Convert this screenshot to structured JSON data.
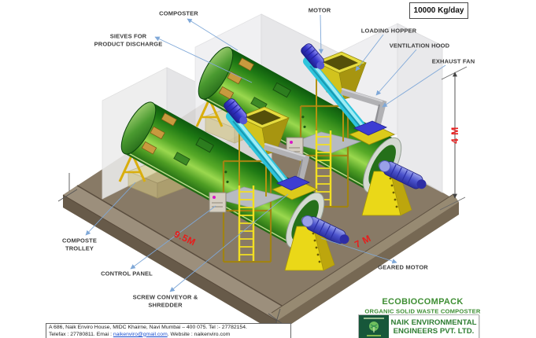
{
  "figure": {
    "capacity": "10000 Kg/day",
    "labels": {
      "composter": "COMPOSTER",
      "sieves": "SIEVES FOR\nPRODUCT DISCHARGE",
      "motor": "MOTOR",
      "loading_hopper": "LOADING HOPPER",
      "ventilation_hood": "VENTILATION HOOD",
      "exhaust_fan": "EXHAUST FAN",
      "composte_trolley": "COMPOSTE\nTROLLEY",
      "control_panel": "CONTROL PANEL",
      "screw_conveyor": "SCREW CONVEYOR &\nSHREDDER",
      "geared_motor": "GEARED MOTOR"
    },
    "dimensions": {
      "length": "9.5M",
      "width": "7 M",
      "height": "4 M"
    }
  },
  "branding": {
    "product": "ECOBIOCOMPACK",
    "subtitle": "ORGANIC SOLID WASTE COMPOSTER",
    "company": [
      "NAIK ENVIRONMENTAL",
      "ENGINEERS PVT. LTD."
    ]
  },
  "footer": {
    "address_line1": "A 686, Naik Enviro House, MIDC Khairne, Navi Mumbai – 400 075. Tel :- 27782154.",
    "telefax_prefix": "Telefax :  27780811. Emai : ",
    "email": "naikenviro@gmail.com",
    "website_suffix": ". Website : naikenviro.com"
  },
  "colors": {
    "drum_green": "#58aa28",
    "platform_brown": "#887a66",
    "dimension_red": "#e81c1c",
    "brand_green": "#3e8e33",
    "leader_blue": "#7fa8d8",
    "structure_yellow": "#e8d617",
    "conveyor_cyan": "#2fc4dc",
    "motor_blue": "#3434c8"
  }
}
